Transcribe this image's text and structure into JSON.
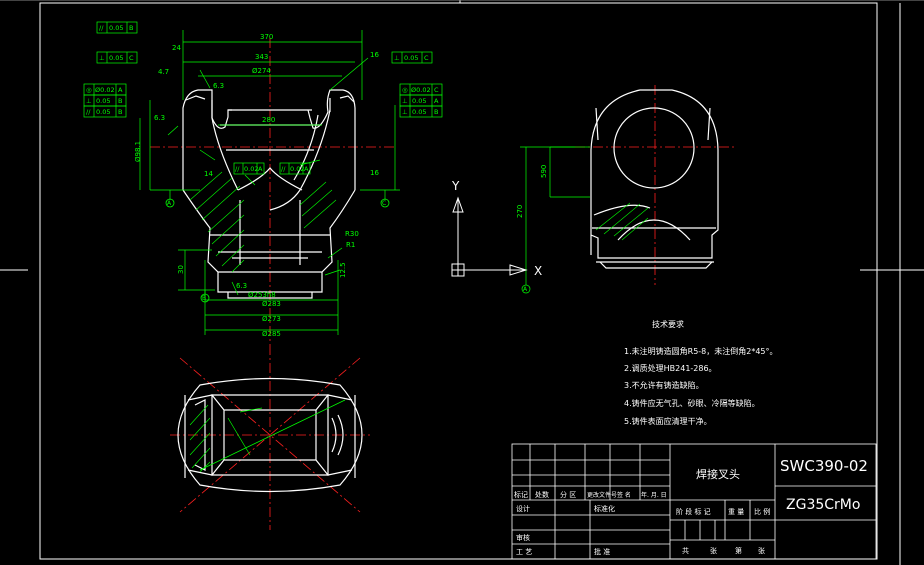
{
  "title_block": {
    "drawing_number": "SWC390-02",
    "material": "ZG35CrMo",
    "part_name": "焊接叉头",
    "revision_headers": [
      "标记",
      "处数",
      "分 区",
      "更改文件号",
      "签 名",
      "年. 月. 日"
    ],
    "approval_labels": [
      "设计",
      "标准化",
      "审核",
      "工 艺",
      "批 准"
    ],
    "stage_headers": [
      "阶 段 标 记",
      "重 量",
      "比 例"
    ],
    "sheet_text": [
      "共",
      "张",
      "第",
      "张"
    ]
  },
  "tech_requirements": {
    "heading": "技术要求",
    "items": [
      "1.未注明铸造圆角R5-8，未注倒角2*45°。",
      "2.调质处理HB241-286。",
      "3.不允许有铸造缺陷。",
      "4.铸件应无气孔、砂眼、冷隔等缺陷。",
      "5.铸件表面应清理干净。"
    ]
  },
  "axis_labels": {
    "y": "Y",
    "x": "X"
  },
  "datums": [
    "A",
    "B",
    "C"
  ],
  "dimensions": {
    "overall_width": "370",
    "inner_width": "343",
    "bore": "Ø274",
    "slot_width": "280",
    "boss_dia": "Ø283",
    "flange_inner": "Ø273",
    "flange_outer": "Ø285",
    "flange_dia_h8": "Ø253h8",
    "side_height": "590",
    "side_height_2": "270",
    "small_dims": [
      "24",
      "4.7",
      "6.3",
      "Ø98.1",
      "30",
      "14",
      "16",
      "R30",
      "6.3",
      "R1",
      "12.5",
      "6.3",
      "16"
    ]
  },
  "tolerance_frames": [
    {
      "sym": "//",
      "val": "0.05",
      "ref": "B"
    },
    {
      "sym": "⊥",
      "val": "0.05",
      "ref": "C"
    },
    {
      "sym": "◎",
      "val": "Ø0.02",
      "ref": "A"
    },
    {
      "sym": "⊥",
      "val": "0.05",
      "ref": "B"
    },
    {
      "sym": "//",
      "val": "0.05",
      "ref": "B"
    },
    {
      "sym": "⊥",
      "val": "0.05",
      "ref": "C"
    },
    {
      "sym": "◎",
      "val": "Ø0.02",
      "ref": "C"
    },
    {
      "sym": "⊥",
      "val": "0.05",
      "ref": "A"
    },
    {
      "sym": "⊥",
      "val": "0.05",
      "ref": "B"
    },
    {
      "sym": "//",
      "val": "0.02",
      "ref": "A"
    },
    {
      "sym": "//",
      "val": "0.02",
      "ref": "A"
    }
  ],
  "colors": {
    "background": "#000000",
    "outline": "#ffffff",
    "dimension": "#00ff00",
    "centerline": "#ff2020",
    "text": "#ffffff"
  }
}
